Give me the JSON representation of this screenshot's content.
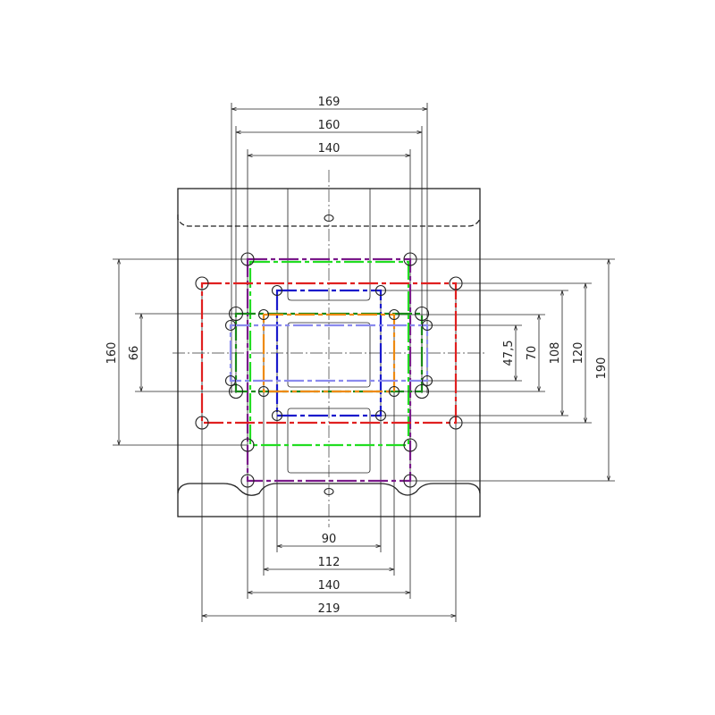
{
  "colors": {
    "red": "#e02020",
    "green": "#22dd22",
    "dark_green": "#1a8a1a",
    "blue": "#1a1acc",
    "light_blue": "#8a8aee",
    "orange": "#ee8a10",
    "purple": "#7a1a8a"
  },
  "dimensions": {
    "top": [
      "169",
      "160",
      "140"
    ],
    "bottom": [
      "90",
      "112",
      "140",
      "219"
    ],
    "left": [
      "160",
      "66"
    ],
    "right": [
      "47,5",
      "70",
      "108",
      "120",
      "190"
    ]
  }
}
